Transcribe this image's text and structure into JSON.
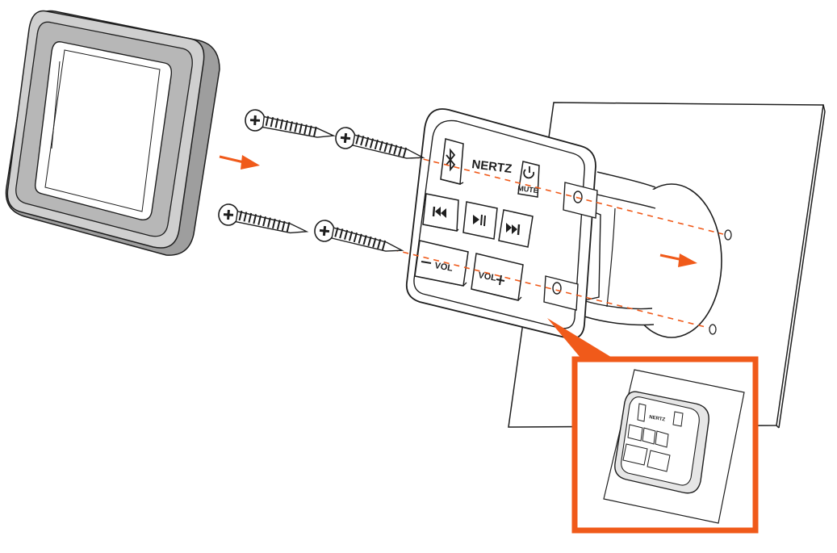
{
  "brand": "NERTZ",
  "labels": {
    "mute": "MUTE",
    "vol_minus": "VOL",
    "vol_plus": "VOL"
  },
  "icons": {
    "bluetooth": "bluetooth-icon",
    "power": "power-icon",
    "prev": "previous-track-icon",
    "play_pause": "play-pause-icon",
    "next": "next-track-icon",
    "screw": "screw-icon",
    "arrow": "arrow-right-icon"
  },
  "colors": {
    "accent": "#f05a1a",
    "line": "#1e1e1e",
    "frame_gray": "#a9a9a9",
    "frame_light": "#d6d6d6"
  }
}
